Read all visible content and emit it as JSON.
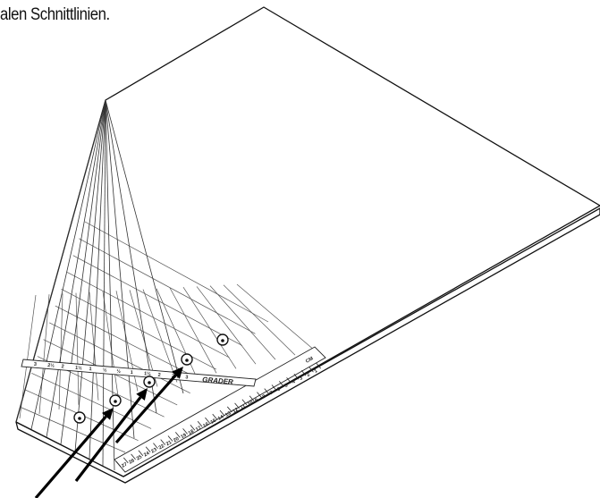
{
  "caption": "alen Schnittlinien.",
  "ruler": {
    "unit_label": "CM",
    "brand_label": "GRADER",
    "numbers": [
      "27",
      "26",
      "25",
      "24",
      "23",
      "22",
      "21",
      "20",
      "19",
      "18",
      "17",
      "16",
      "15",
      "14",
      "13",
      "12",
      "11",
      "10",
      "9",
      "8",
      "7",
      "6",
      "5",
      "4",
      "3",
      "2",
      "1"
    ]
  },
  "scale_strip": {
    "marks": [
      "3",
      "2½",
      "2",
      "1½",
      "1",
      "½",
      "½",
      "1",
      "1½",
      "2",
      "2½",
      "3"
    ]
  },
  "pins": [
    "pin-1",
    "pin-2",
    "pin-3",
    "pin-4",
    "pin-5"
  ],
  "arrows": [
    "arrow-1",
    "arrow-2",
    "arrow-3"
  ]
}
